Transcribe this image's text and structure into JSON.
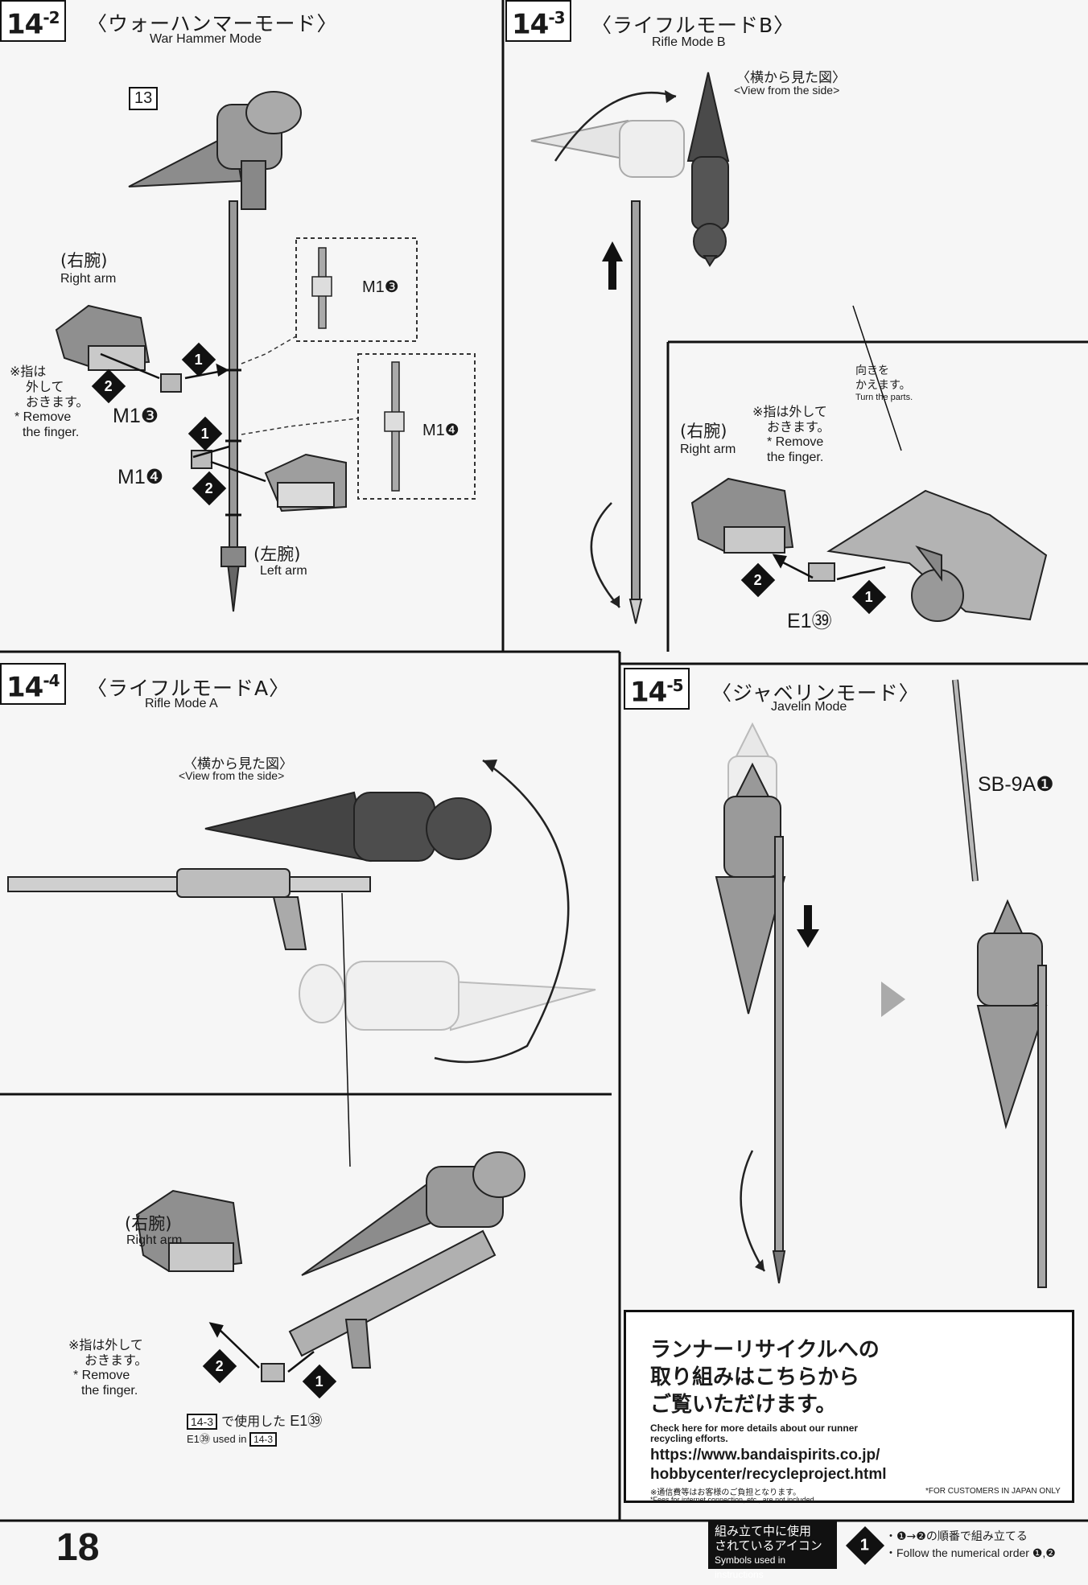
{
  "steps": {
    "s2": {
      "num": "14",
      "sub": "-2",
      "mode_jp": "〈ウォーハンマーモード〉",
      "mode_en": "War Hammer Mode"
    },
    "s3": {
      "num": "14",
      "sub": "-3",
      "mode_jp": "〈ライフルモードB〉",
      "mode_en": "Rifle Mode B"
    },
    "s4": {
      "num": "14",
      "sub": "-4",
      "mode_jp": "〈ライフルモードA〉",
      "mode_en": "Rifle Mode A"
    },
    "s5": {
      "num": "14",
      "sub": "-5",
      "mode_jp": "〈ジャベリンモード〉",
      "mode_en": "Javelin Mode"
    }
  },
  "labels": {
    "ref13": "13",
    "right_arm_jp": "(右腕)",
    "right_arm_en": "Right arm",
    "left_arm_jp": "(左腕)",
    "left_arm_en": "Left arm",
    "finger_jp_a": "※指は",
    "finger_jp_b": "外して",
    "finger_jp_c": "おきます。",
    "finger_en_a": "* Remove",
    "finger_en_b": "the finger.",
    "finger_jp_oneline_a": "※指は外して",
    "finger_jp_oneline_b": "おきます。",
    "side_view_jp": "〈横から見た図〉",
    "side_view_en": "<View from the side>",
    "turn_jp_a": "向きを",
    "turn_jp_b": "かえます。",
    "turn_en": "Turn the parts.",
    "m13": "M1❸",
    "m14": "M1❹",
    "e139": "E1㊴",
    "sb9a": "SB-9A❶",
    "used_in_jp_mid": "で使用した",
    "used_in_en_prefix": "E1㊴ used in",
    "ref14_3": "14-3",
    "n1": "1",
    "n2": "2"
  },
  "recycle": {
    "title_a": "ランナーリサイクルへの",
    "title_b": "取り組みはこちらから",
    "title_c": "ご覧いただけます。",
    "sub_a": "Check here for more details about our runner",
    "sub_b": "recycling efforts.",
    "url_a": "https://www.bandaispirits.co.jp/",
    "url_b": "hobbycenter/recycleproject.html",
    "fee_jp": "※通信費等はお客様のご負担となります。",
    "fee_en": "*Fees for internet connection, etc., are not included.",
    "japan_only": "*FOR CUSTOMERS IN JAPAN ONLY"
  },
  "footer": {
    "page": "18",
    "sym_jp_a": "組み立て中に使用",
    "sym_jp_b": "されているアイコン",
    "sym_en": "Symbols used in instructions",
    "legend_jp": "・❶→❷の順番で組み立てる",
    "legend_en": "・Follow the numerical order ❶,❷"
  },
  "colors": {
    "ink": "#111111",
    "paper": "#f6f6f6",
    "part_dark": "#4a4a4a",
    "part_mid": "#8a8a8a",
    "part_light": "#d9d9d9",
    "arrow_gray": "#a0a0a0"
  }
}
